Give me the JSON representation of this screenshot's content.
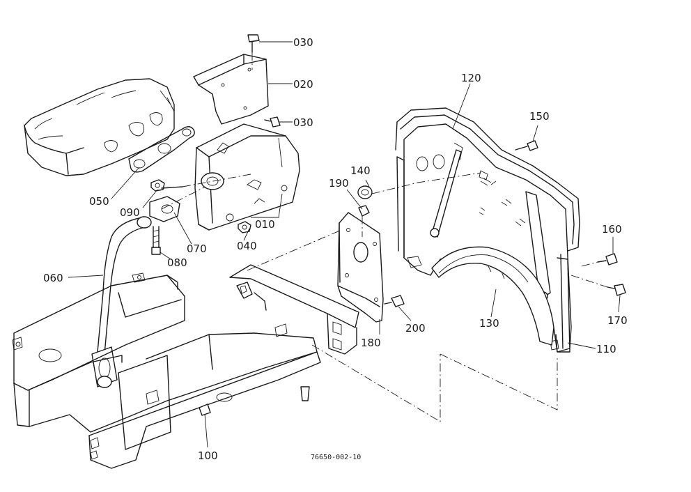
{
  "figure_number": "76650-002-10",
  "callouts": [
    {
      "id": "010",
      "label": "010"
    },
    {
      "id": "020",
      "label": "020"
    },
    {
      "id": "030a",
      "label": "030"
    },
    {
      "id": "030b",
      "label": "030"
    },
    {
      "id": "040",
      "label": "040"
    },
    {
      "id": "050",
      "label": "050"
    },
    {
      "id": "060",
      "label": "060"
    },
    {
      "id": "070",
      "label": "070"
    },
    {
      "id": "080",
      "label": "080"
    },
    {
      "id": "090",
      "label": "090"
    },
    {
      "id": "100",
      "label": "100"
    },
    {
      "id": "110",
      "label": "110"
    },
    {
      "id": "120",
      "label": "120"
    },
    {
      "id": "130",
      "label": "130"
    },
    {
      "id": "140",
      "label": "140"
    },
    {
      "id": "150",
      "label": "150"
    },
    {
      "id": "160",
      "label": "160"
    },
    {
      "id": "170",
      "label": "170"
    },
    {
      "id": "180",
      "label": "180"
    },
    {
      "id": "190",
      "label": "190"
    },
    {
      "id": "200",
      "label": "200"
    }
  ]
}
